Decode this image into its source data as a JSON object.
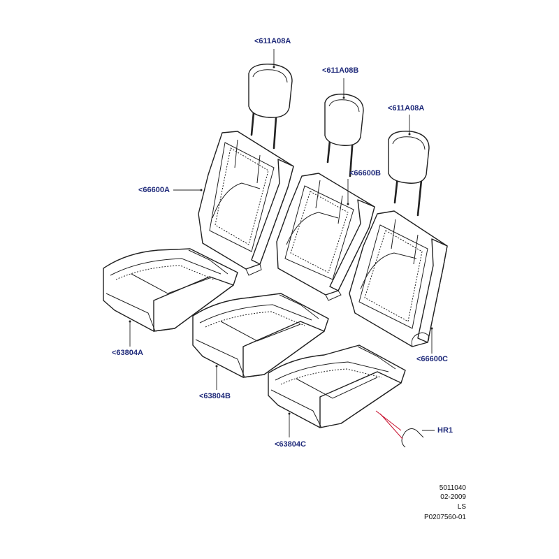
{
  "callouts": {
    "headrest_a_top": "<611A08A",
    "headrest_b": "<611A08B",
    "headrest_a_right": "<611A08A",
    "backrest_a": "<66600A",
    "backrest_b": "<66600B",
    "backrest_c": "<66600C",
    "cushion_a": "<63804A",
    "cushion_b": "<63804B",
    "cushion_c": "<63804C",
    "hog_ring": "HR1"
  },
  "meta": {
    "ref_number": "5011040",
    "date": "02-2009",
    "model": "LS",
    "illustration_id": "P0207560-01"
  },
  "colors": {
    "callout_text": "#1f2a7a",
    "line": "#222222",
    "leader_red": "#c8102e"
  }
}
